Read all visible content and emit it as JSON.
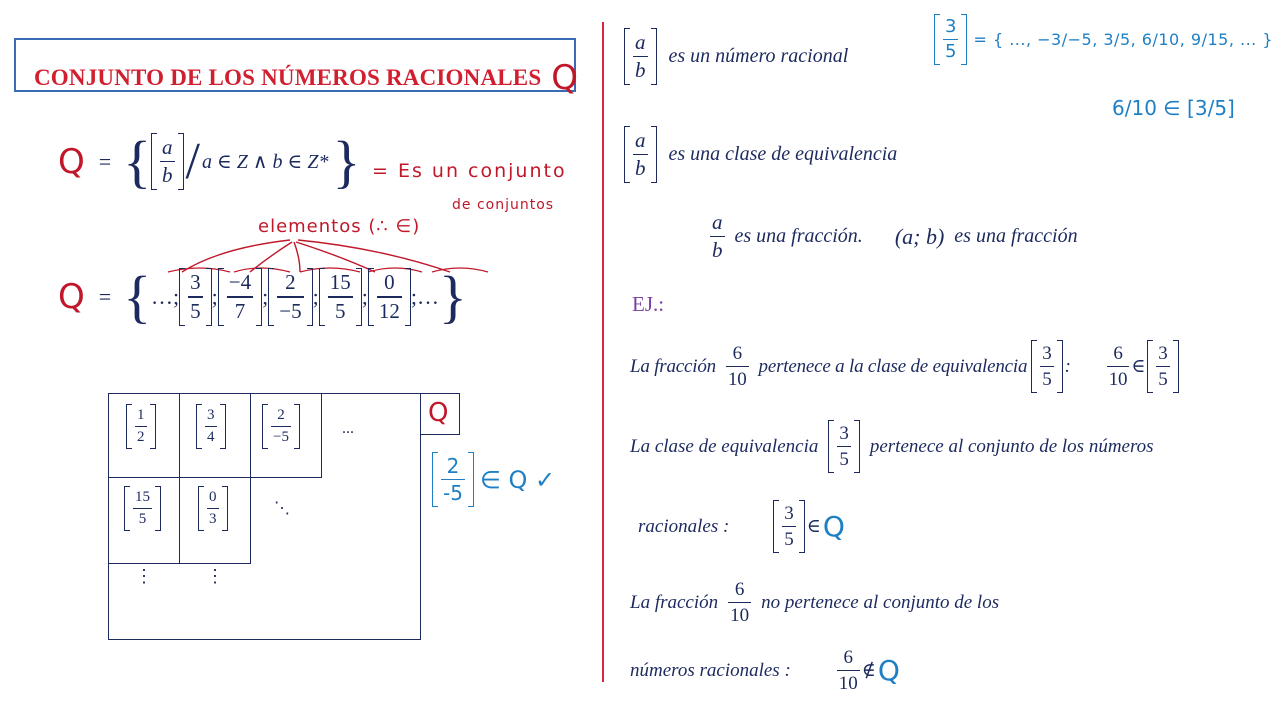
{
  "title": "CONJUNTO DE LOS NÚMEROS  RACIONALES",
  "title_symbol": "Q",
  "left": {
    "def_Q": "Q",
    "def_eq": "=",
    "def_a": "a",
    "def_b": "b",
    "def_cond": "a ∈ Z ∧ b ∈ Z*",
    "def_note1": "= Es un conjunto",
    "def_note2": "de conjuntos",
    "elements_note": "elementos (∴ ∈)",
    "list_Q": "Q",
    "list_eq": "=",
    "list_items": [
      {
        "num": "3",
        "den": "5"
      },
      {
        "num": "−4",
        "den": "7"
      },
      {
        "num": "2",
        "den": "−5"
      },
      {
        "num": "15",
        "den": "5"
      },
      {
        "num": "0",
        "den": "12"
      }
    ],
    "grid_cells": [
      {
        "num": "1",
        "den": "2"
      },
      {
        "num": "3",
        "den": "4"
      },
      {
        "num": "2",
        "den": "−5"
      },
      {
        "num": "15",
        "den": "5"
      },
      {
        "num": "0",
        "den": "3"
      }
    ],
    "grid_dots_h": "...",
    "grid_dots_v": "⋮",
    "grid_dots_d": "⋱",
    "grid_label": "Q",
    "hand_example_num": "2",
    "hand_example_den": "-5",
    "hand_example_rest": "∈ Q ✓"
  },
  "right": {
    "line1_num": "a",
    "line1_den": "b",
    "line1_text": "es un número racional",
    "hand_class_num": "3",
    "hand_class_den": "5",
    "hand_class_set": "= { ..., −3/−5, 3/5, 6/10, 9/15, ... }",
    "hand_member": "6/10 ∈ [3/5]",
    "line2_num": "a",
    "line2_den": "b",
    "line2_text": "es una clase de equivalencia",
    "line3_num": "a",
    "line3_den": "b",
    "line3_text": "es una  fracción.",
    "line3_pair": "(a; b)",
    "line3_text2": "es una  fracción",
    "ej": "EJ.:",
    "ex1_a": "La fracción",
    "ex1_num": "6",
    "ex1_den": "10",
    "ex1_b": "pertenece a la clase de equivalencia",
    "ex1_cls_num": "3",
    "ex1_cls_den": "5",
    "ex1_colon": ":",
    "ex1_rel_num": "6",
    "ex1_rel_den": "10",
    "ex1_in": "∈",
    "ex2_a": "La clase de equivalencia",
    "ex2_num": "3",
    "ex2_den": "5",
    "ex2_b": "pertenece al conjunto de los números",
    "ex2_c": "racionales :",
    "ex2_rel_num": "3",
    "ex2_rel_den": "5",
    "ex2_in": "∈",
    "ex2_Q": "Q",
    "ex3_a": "La  fracción",
    "ex3_num": "6",
    "ex3_den": "10",
    "ex3_b": "no  pertenece al conjunto de los",
    "ex3_c": "números racionales :",
    "ex3_rel_num": "6",
    "ex3_rel_den": "10",
    "ex3_notin": "∉",
    "ex3_Q": "Q"
  }
}
